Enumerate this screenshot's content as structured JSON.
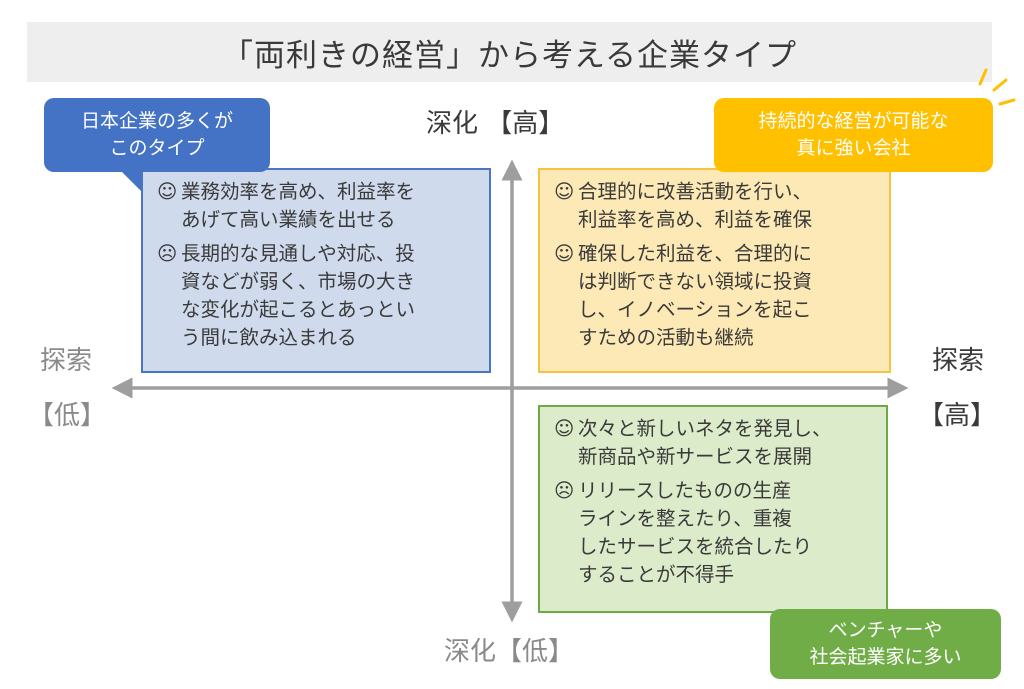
{
  "title": "「両利きの経営」から考える企業タイプ",
  "axes": {
    "top": "深化 【高】",
    "bottom": "深化【低】",
    "left_line1": "探索",
    "left_line2": "【低】",
    "right_line1": "探索",
    "right_line2": "【高】"
  },
  "quadrants": {
    "top_left": {
      "items": [
        {
          "face": "☺",
          "text": "業務効率を高め、利益率を\nあげて高い業績を出せる"
        },
        {
          "face": "☹",
          "text": "長期的な見通しや対応、投\n資などが弱く、市場の大き\nな変化が起こるとあっとい\nう間に飲み込まれる"
        }
      ]
    },
    "top_right": {
      "items": [
        {
          "face": "☺",
          "text": "合理的に改善活動を行い、\n利益率を高め、利益を確保"
        },
        {
          "face": "☺",
          "text": "確保した利益を、合理的に\nは判断できない領域に投資\nし、イノベーションを起こ\nすための活動も継続"
        }
      ]
    },
    "bottom_right": {
      "items": [
        {
          "face": "☺",
          "text": "次々と新しいネタを発見し、\n新商品や新サービスを展開"
        },
        {
          "face": "☹",
          "text": "リリースしたものの生産\nラインを整えたり、重複\nしたサービスを統合したり\nすることが不得手"
        }
      ]
    }
  },
  "callouts": {
    "blue": "日本企業の多くが\nこのタイプ",
    "yellow": "持続的な経営が可能な\n真に強い会社",
    "green": "ベンチャーや\n社会起業家に多い"
  },
  "colors": {
    "blue": "#4472c4",
    "yellow": "#ffc000",
    "green": "#70ad47",
    "axis": "#9e9e9e"
  }
}
